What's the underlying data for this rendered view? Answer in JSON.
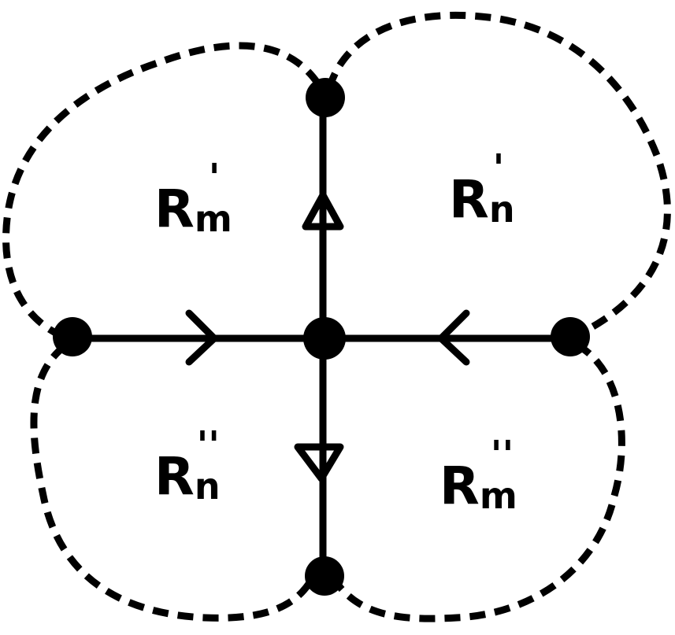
{
  "diagram": {
    "colors": {
      "stroke": "#000000",
      "background": "#ffffff"
    },
    "regions": {
      "top_left": {
        "base": "R",
        "sub": "m",
        "sup": "'"
      },
      "top_right": {
        "base": "R",
        "sub": "n",
        "sup": "'"
      },
      "bottom_left": {
        "base": "R",
        "sub": "n",
        "sup": "''"
      },
      "bottom_right": {
        "base": "R",
        "sub": "m",
        "sup": "''"
      }
    }
  }
}
